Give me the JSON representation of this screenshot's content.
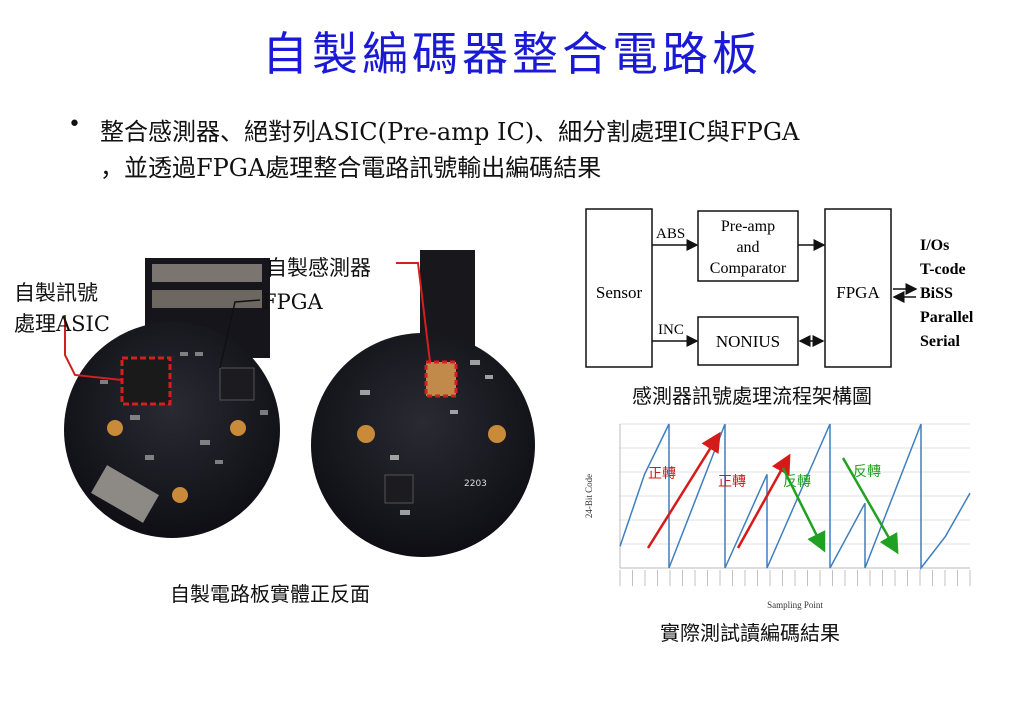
{
  "title": "自製編碼器整合電路板",
  "bullet": {
    "line1": "整合感測器、絕對列ASIC(Pre-amp IC)、細分割處理IC與FPGA",
    "line2": "，並透過FPGA處理整合電路訊號輸出編碼結果"
  },
  "board_photo": {
    "label_asic_1": "自製訊號",
    "label_asic_2": "處理ASIC",
    "label_fpga": "FPGA",
    "label_sensor": "自製感測器",
    "silk_text": "2203",
    "caption": "自製電路板實體正反面"
  },
  "block_diagram": {
    "blocks": {
      "sensor": "Sensor",
      "preamp_1": "Pre-amp",
      "preamp_2": "and",
      "preamp_3": "Comparator",
      "nonius": "NONIUS",
      "fpga": "FPGA"
    },
    "signals": {
      "abs": "ABS",
      "inc": "INC"
    },
    "outputs": [
      "I/Os",
      "T-code",
      "BiSS",
      "Parallel",
      "Serial"
    ],
    "caption": "感測器訊號處理流程架構圖"
  },
  "chart_data": {
    "type": "line",
    "ylabel": "24-Bit Code",
    "xlabel": "Sampling Point",
    "series": [
      {
        "values": [
          0.15,
          0.65,
          1.0,
          0.0,
          1.0,
          0.0,
          0.65,
          0.0,
          1.0,
          0.0,
          0.45,
          0.0,
          1.0,
          0.0,
          0.22,
          0.52
        ]
      }
    ],
    "annotations": [
      "正轉",
      "正轉",
      "反轉",
      "反轉"
    ],
    "annotation_colors": [
      "#d61a1a",
      "#d61a1a",
      "#21a121",
      "#21a121"
    ],
    "series_color": "#3f7fbf",
    "caption": "實際測試讀編碼結果"
  }
}
